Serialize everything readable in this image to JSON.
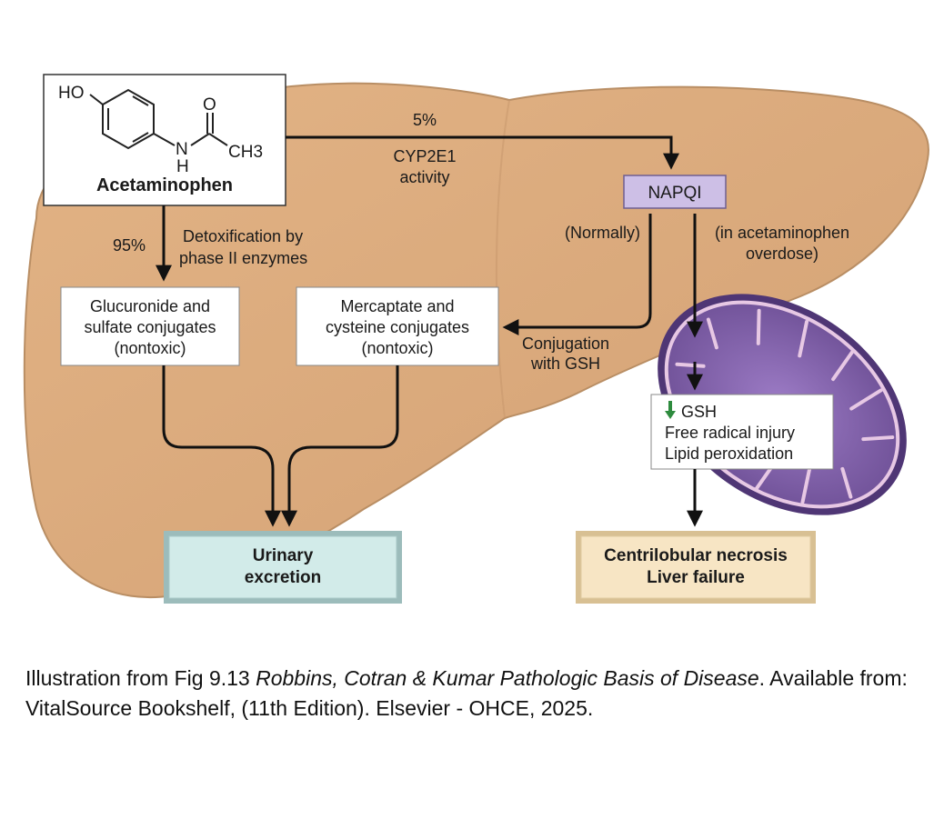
{
  "colors": {
    "liver": "#dcaa7c",
    "liver_edge": "#b98e64",
    "napqi_box": "#cdbfe6",
    "mito_outer": "#6b4f92",
    "mito_inner": "#8e6bb8",
    "urinary_box": "#cde9e7",
    "necrosis_box": "#f6e3c0",
    "arrow_down_green": "#2e8b3e"
  },
  "molecule": {
    "name": "Acetaminophen",
    "atom_ho": "HO",
    "atom_o": "O",
    "atom_n": "N",
    "atom_h": "H",
    "atom_ch3": "CH3"
  },
  "labels": {
    "percent_5": "5%",
    "cyp_line1": "CYP2E1",
    "cyp_line2": "activity",
    "napqi": "NAPQI",
    "percent_95": "95%",
    "detox_line1": "Detoxification by",
    "detox_line2": "phase II enzymes",
    "normally": "(Normally)",
    "overdose_line1": "(in acetaminophen",
    "overdose_line2": "overdose)",
    "conj_gsh_line1": "Conjugation",
    "conj_gsh_line2": "with GSH"
  },
  "boxes": {
    "glucuronide": [
      "Glucuronide and",
      "sulfate conjugates",
      "(nontoxic)"
    ],
    "mercaptate": [
      "Mercaptate and",
      "cysteine conjugates",
      "(nontoxic)"
    ],
    "injury": [
      "GSH",
      "Free radical injury",
      "Lipid peroxidation"
    ],
    "urinary": [
      "Urinary",
      "excretion"
    ],
    "necrosis": [
      "Centrilobular necrosis",
      "Liver failure"
    ]
  },
  "icons": {
    "gsh_decrease": "arrow-down-icon"
  },
  "caption": {
    "prefix": "Illustration from Fig 9.13 ",
    "book_title": "Robbins, Cotran & Kumar Pathologic Basis of Disease",
    "suffix": ". Available from: VitalSource Bookshelf, (11th Edition). Elsevier - OHCE, 2025."
  }
}
